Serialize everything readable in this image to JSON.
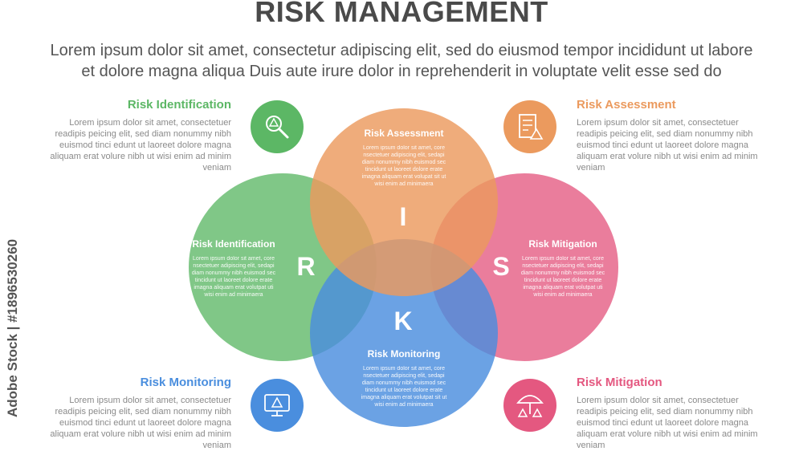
{
  "title": "RISK MANAGEMENT",
  "subtitle_line1": "Lorem ipsum dolor sit amet, consectetur adipiscing elit, sed do eiusmod tempor incididunt ut labore",
  "subtitle_line2": "et dolore magna aliqua Duis aute irure dolor in reprehenderit in voluptate velit esse sed do",
  "colors": {
    "green": "#5cb765",
    "orange": "#eb9a5e",
    "pink": "#e45880",
    "blue": "#4a8ede"
  },
  "side_items": {
    "top_left": {
      "heading": "Risk Identification",
      "body": "Lorem ipsum dolor sit amet, consectetuer readipis peicing elit, sed diam nonummy nibh euismod tinci edunt ut laoreet dolore magna aliquam erat volure nibh ut wisi enim ad minim veniam",
      "icon": "magnifier-warning-icon"
    },
    "top_right": {
      "heading": "Risk Assessment",
      "body": "Lorem ipsum dolor sit amet, consectetuer readipis peicing elit, sed diam nonummy nibh euismod tinci edunt ut laoreet dolore magna aliquam erat volure nibh ut wisi enim ad minim veniam",
      "icon": "checklist-warning-icon"
    },
    "bottom_left": {
      "heading": "Risk Monitoring",
      "body": "Lorem ipsum dolor sit amet, consectetuer readipis peicing elit, sed diam nonummy nibh euismod tinci edunt ut laoreet dolore magna aliquam erat volure nibh ut wisi enim ad minim veniam",
      "icon": "monitor-warning-icon"
    },
    "bottom_right": {
      "heading": "Risk Mitigation",
      "body": "Lorem ipsum dolor sit amet, consectetuer readipis peicing elit, sed diam nonummy nibh euismod tinci edunt ut laoreet dolore magna aliquam erat volure nibh ut wisi enim ad minim veniam",
      "icon": "umbrella-warning-icon"
    }
  },
  "circles": {
    "top": {
      "heading": "Risk Assessment",
      "body": "Lorem ipsum dolor sit amet, core nsectetuer adipiscing elit, sedapi diam nonummy nibh euismod sec tincidunt ut laoreet dolore erate imagna aliquam erat volupat sit ut wisi enim ad minimaera",
      "letter": "I"
    },
    "left": {
      "heading": "Risk Identification",
      "body": "Lorem ipsum dolor sit amet, core nsectetuer adipiscing elit, sedapi diam nonummy nibh euismod sec tincidunt ut laoreet dolore erate imagna aliquam erat volutpat uti wisi enim ad minimaera",
      "letter": "R"
    },
    "right": {
      "heading": "Risk Mitigation",
      "body": "Lorem ipsum dolor sit amet, core nsectetuer adipiscing elit, sedapi diam nonummy nibh euismod sec tincidunt ut laoreet dolore erate imagna aliquam erat volutpat uti wisi enim ad minimaera",
      "letter": "S"
    },
    "bottom": {
      "heading": "Risk Monitoring",
      "body": "Lorem ipsum dolor sit amet, core nsectetuer adipiscing elit, sedapi diam nonummy nibh euismod sec tincidunt ut laoreet dolore erate imagna aliquam erat volutpat sit ut wisi enim ad minimaera",
      "letter": "K"
    }
  },
  "stock_id": "Adobe Stock | #1896530260"
}
